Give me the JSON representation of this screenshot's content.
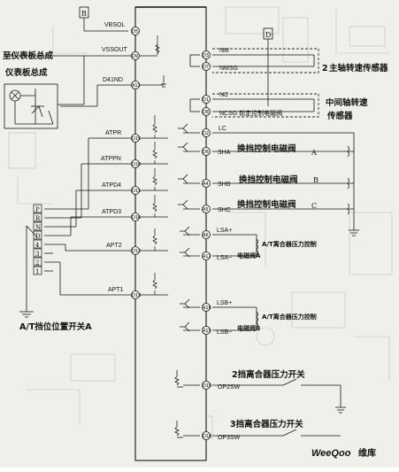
{
  "box_labels": {
    "top_left": "B",
    "top_right": "D"
  },
  "left_signals": [
    "VBSOL",
    "VSSOUT",
    "D41ND",
    "ATPR",
    "ATPPN",
    "ATPD4",
    "ATPD3",
    "APT2",
    "APT1"
  ],
  "left_pins": [
    "D5",
    "D9",
    "A12",
    "D15",
    "D10",
    "D11",
    "D16",
    "D12",
    "D13"
  ],
  "right_signals": [
    "NM",
    "NMSG",
    "NC",
    "NCSG 锁定控制电磁阀",
    "LC",
    "SHA",
    "SHB",
    "SHC",
    "LSA+",
    "LSA−",
    "LSB+",
    "LSB−",
    "OP2SW",
    "OP3SW"
  ],
  "right_pins": [
    "D3",
    "D7",
    "D1",
    "D8",
    "D2",
    "D6",
    "A4",
    "A5",
    "A6",
    "A12",
    "A16",
    "A15",
    "D19",
    "D18"
  ],
  "selector_letters": [
    "P",
    "R",
    "N",
    "D",
    "4",
    "3",
    "2",
    "1"
  ],
  "labels": {
    "to_meter": "至仪表板总成",
    "meter": "仪表板总成",
    "selector_switch": "A/T挡位位置开关A",
    "main_sensor_num": "2",
    "main_sensor": "主轴转速传感器",
    "counter_sensor_line1": "中间轴转速",
    "counter_sensor_line2": "传感器",
    "shift_a": "换挡控制电磁阀",
    "shift_a_suffix": "A",
    "shift_b": "换挡控制电磁阀",
    "shift_b_suffix": "B",
    "shift_c": "换挡控制电磁阀",
    "shift_c_suffix": "C",
    "pcs_a_line1": "A/T离合器压力控制",
    "pcs_a_line2": "电磁阀A",
    "pcs_b_line1": "A/T离合器压力控制",
    "pcs_b_line2": "电磁阀B",
    "sw2": "2挡离合器压力开关",
    "sw3": "3挡离合器压力开关"
  },
  "watermark": {
    "brand": "WeeQoo",
    "cn": "维库"
  },
  "colors": {
    "ink": "#151515",
    "paper": "#f1efea",
    "ghost": "#9a9894",
    "accent_dash": "#2a2a2a"
  }
}
